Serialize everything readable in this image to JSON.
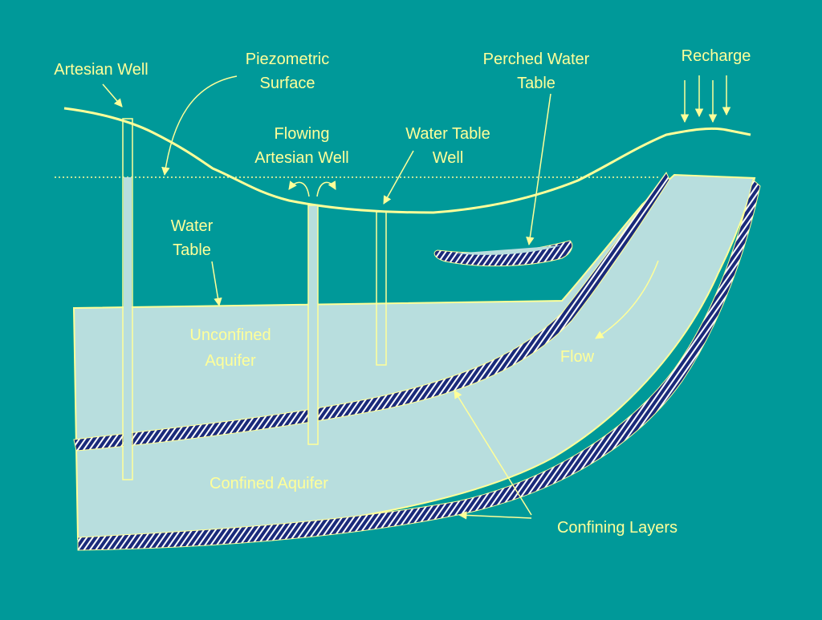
{
  "colors": {
    "background": "#009999",
    "label": "#ffff99",
    "line": "#ffff99",
    "aquifer_fill": "#b8dede",
    "hatch_dark": "#1a2a7a",
    "hatch_light": "#ffffff"
  },
  "labels": {
    "artesian_well": "Artesian Well",
    "piezometric_surface_1": "Piezometric",
    "piezometric_surface_2": "Surface",
    "flowing_artesian_1": "Flowing",
    "flowing_artesian_2": "Artesian Well",
    "water_table_well_1": "Water Table",
    "water_table_well_2": "Well",
    "perched_water_table_1": "Perched Water",
    "perched_water_table_2": "Table",
    "recharge": "Recharge",
    "water_table_1": "Water",
    "water_table_2": "Table",
    "unconfined_aquifer_1": "Unconfined",
    "unconfined_aquifer_2": "Aquifer",
    "confined_aquifer": "Confined Aquifer",
    "flow": "Flow",
    "confining_layers": "Confining Layers"
  }
}
